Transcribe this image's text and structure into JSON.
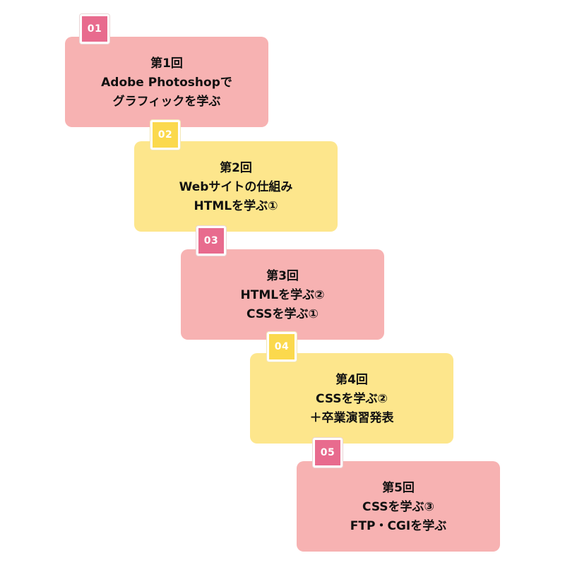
{
  "steps": [
    {
      "number": "01",
      "lines": [
        "第1回",
        "Adobe Photoshopで",
        "グラフィックを学ぶ"
      ],
      "color": "#f7b2b2",
      "badge_color": "#e86b8e"
    },
    {
      "number": "02",
      "lines": [
        "第2回",
        "Webサイトの仕組み",
        "HTMLを学ぶ①"
      ],
      "color": "#fde68c",
      "badge_color": "#fbd94d"
    },
    {
      "number": "03",
      "lines": [
        "第3回",
        "HTMLを学ぶ②",
        "CSSを学ぶ①"
      ],
      "color": "#f7b2b2",
      "badge_color": "#e86b8e"
    },
    {
      "number": "04",
      "lines": [
        "第4回",
        "CSSを学ぶ②",
        "＋卒業演習発表"
      ],
      "color": "#fde68c",
      "badge_color": "#fbd94d"
    },
    {
      "number": "05",
      "lines": [
        "第5回",
        "CSSを学ぶ③",
        "FTP・CGIを学ぶ"
      ],
      "color": "#f7b2b2",
      "badge_color": "#e86b8e"
    }
  ]
}
